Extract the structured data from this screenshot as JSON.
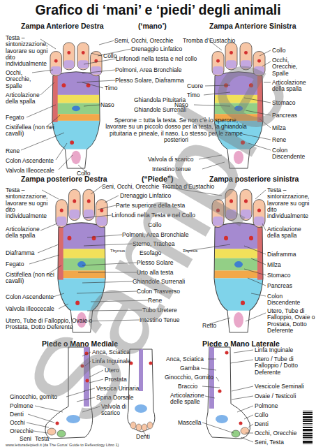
{
  "diagram": {
    "title": "Grafico di ‘mani’ e ‘piedi’ degli animali",
    "labels": [
      "Zampa Anteriore Destra",
      "(‘mano’)",
      "Zampa Anteriore Sinistra",
      "Testa – sintonizzazione, lavorare su ogni dito individualmente",
      "Collo",
      "Occhi, Orecchie, Spalle",
      "Articolazione della spalla",
      "Timo",
      "Fegato",
      "Cistifellea (non nei cavalli)",
      "Rene",
      "Colon Ascendente",
      "Valvola Illeocecale",
      "Collo",
      "Semi, Occhi, Orecchie",
      "Drenaggio Linfatico",
      "Linfonodi nella testa e nel collo",
      "Polmoni, Area Bronchiale",
      "Plesso Solare, Diaframma",
      "Naso",
      "Ghiandola Pituitaria",
      "Ghiandole Surrenali",
      "Sperone = tutta la testa. Se non c'è lo sperone, lavorare su un piccolo dosso per la testa, la ghiandola pituitaria e pineale, il naso. Lo stesso per le zampe posteriori",
      "Valvola di scarico",
      "Intestino tenue",
      "Tromba d’Eustachio",
      "Collo",
      "Occhi, Orecchie, Spalle",
      "Articolazione della spalla",
      "Cuore",
      "Timo",
      "Stomaco",
      "Naso",
      "Pancreas",
      "Milza",
      "Rene",
      "Colon Discendente",
      "Zampa posteriore Destra",
      "(“Piede”)",
      "Zampa posteriore sinistra",
      "Testa – sintonizzazione, lavorare su ogni dito individualmente",
      "Articolazione della spalla",
      "Diaframma",
      "Fegato",
      "Cistifellea (non nei cavalli)",
      "Colon Ascendente",
      "Valvola Illeocecale",
      "Utero, Tube di Falloppio, Ovaie o Prostata, Dotto Deferente",
      "Seni, Occhi, Orecchie",
      "Tromba d’Eustachio",
      "Drenaggio Linfatico",
      "Parte superiore della testa",
      "Linfonodi nella Testa e nel Collo",
      "Collo",
      "Polmoni, Area Bronchiale",
      "Sterno, Trachea",
      "Thymus",
      "Thymus",
      "Esofago",
      "Plesso Solare",
      "Urto alla testa",
      "Ghiandole Surrenali",
      "Colon Trasverso",
      "Rene",
      "Tubo Uretere",
      "Intestino Tenue",
      "Retto",
      "Testa – sintonizzazione, lavorare su ogni dito individualmente",
      "Articolazione della spalla",
      "Diaframma",
      "Milza",
      "Stomaco",
      "Pancreas",
      "Colon Discendente",
      "Utero, Tube di Falloppio, Ovaie o Prostata, Dotto Deferente",
      "Piede o Mano Mediale",
      "Piede o Mano Laterale",
      "Anca, Sciatica",
      "Linfa Inguinale",
      "Utero",
      "Prostata",
      "Vescica Urinaria",
      "Spina Dorsale",
      "Valvola di scarico",
      "Ginocchio, gomito",
      "Polmone",
      "Denti",
      "Occhi",
      "Orecchie",
      "Seni",
      "Testa",
      "Denti",
      "Linfa Inguinale",
      "Anca, Sciatica",
      "Gamba",
      "Utero / Tube di Falloppio / Dotto Deferente",
      "Ginocchio, Gomito",
      "Braccio",
      "Vescicole Seminali",
      "Articolazione delle spalle",
      "Ovaie / Testicoli",
      "Polmone",
      "Collo",
      "Mascella",
      "Denti",
      "Occhi, Orecchie",
      "Seni, Testa",
      "www.letturadeipiedi.it (da The Gurus’ Guide to Reflexology Libro 1)",
      "Sample"
    ]
  }
}
